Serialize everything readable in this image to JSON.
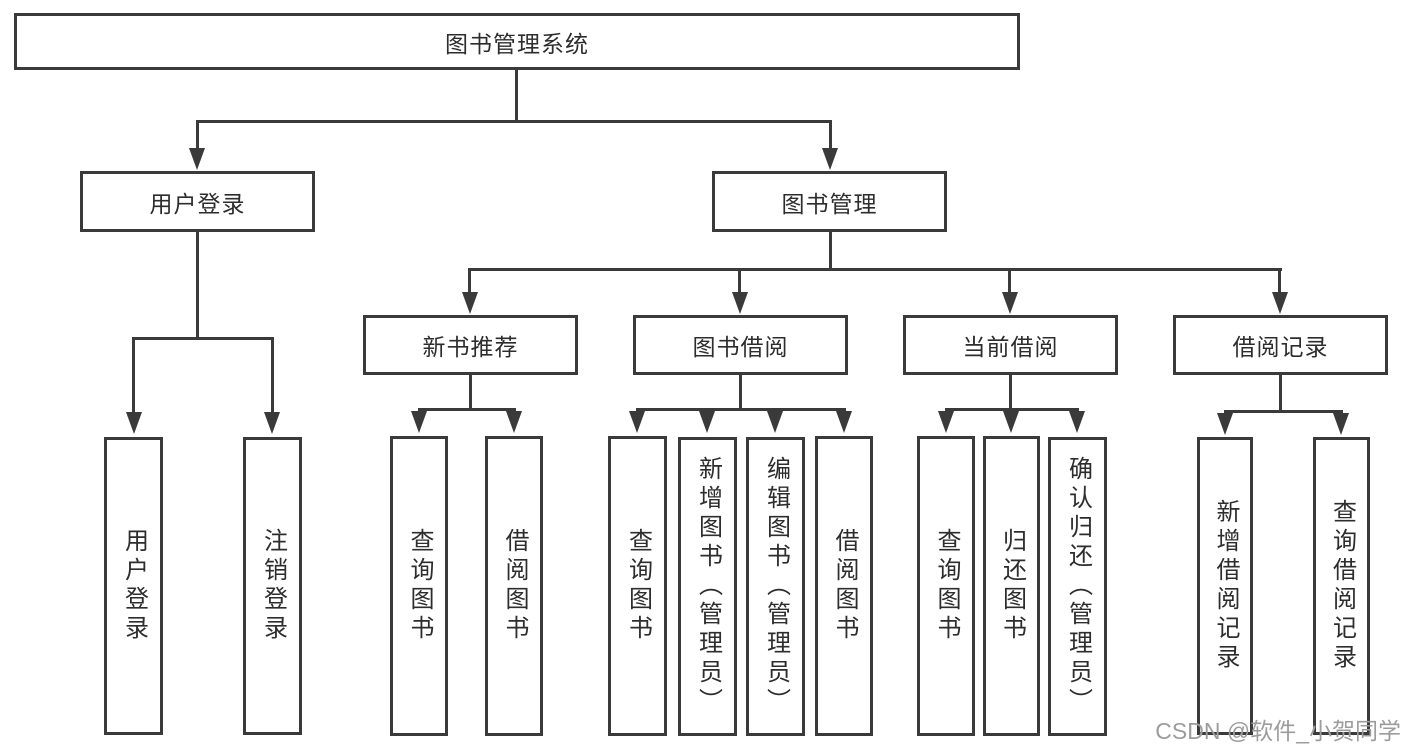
{
  "diagram": {
    "root_label": "图书管理系统",
    "level2": {
      "user_login": "用户登录",
      "book_mgmt": "图书管理"
    },
    "level3": {
      "new_book_rec": "新书推荐",
      "book_borrow": "图书借阅",
      "current_borrow": "当前借阅",
      "borrow_records": "借阅记录"
    },
    "leaves": {
      "user_login": {
        "login": "用户登录",
        "logout": "注销登录"
      },
      "new_book_rec": {
        "query": "查询图书",
        "borrow": "借阅图书"
      },
      "book_borrow": {
        "query": "查询图书",
        "add": "新增图书（管理员）",
        "edit": "编辑图书（管理员）",
        "borrow": "借阅图书"
      },
      "current_borrow": {
        "query": "查询图书",
        "return": "归还图书",
        "confirm": "确认归还（管理员）"
      },
      "borrow_records": {
        "add": "新增借阅记录",
        "query": "查询借阅记录"
      }
    }
  },
  "watermark": {
    "text": "CSDN @软件_小贺同学"
  },
  "colors": {
    "line": "#3a3a3a",
    "text": "#2d2d2d",
    "watermark": "#9c9c9c",
    "background": "#ffffff"
  }
}
